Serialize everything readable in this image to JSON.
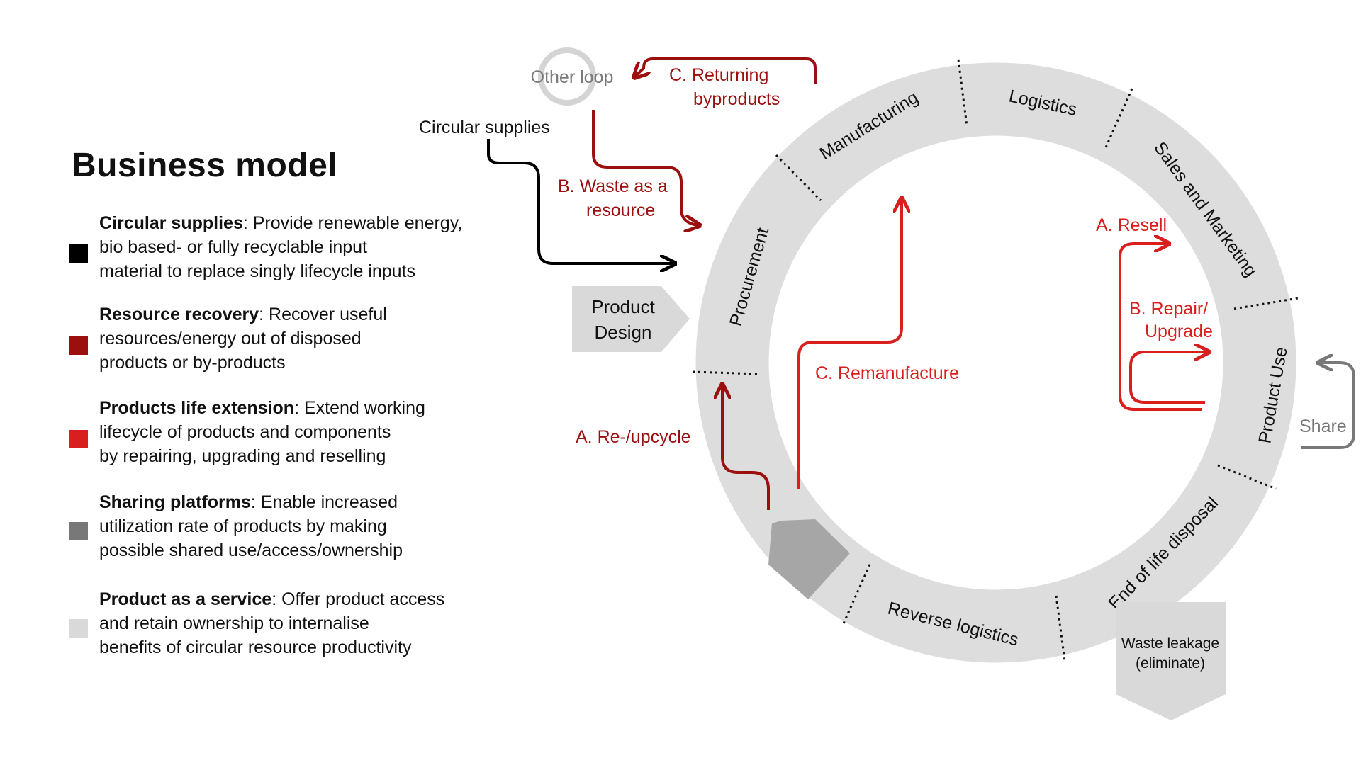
{
  "title": "Business model",
  "legend": [
    {
      "bold": "Circular supplies",
      "rest": ": Provide renewable energy,",
      "line2": "bio based- or fully recyclable input",
      "line3": "material to replace singly lifecycle inputs",
      "color": "#000000"
    },
    {
      "bold": "Resource recovery",
      "rest": ": Recover useful",
      "line2": "resources/energy out of disposed",
      "line3": "products or by-products",
      "color": "#9b0f0f"
    },
    {
      "bold": "Products life extension",
      "rest": ": Extend working",
      "line2": "lifecycle of products and components",
      "line3": "by repairing, upgrading and reselling",
      "color": "#d91e1e"
    },
    {
      "bold": "Sharing platforms",
      "rest": ": Enable increased",
      "line2": "utilization rate of products by making",
      "line3": "possible shared use/access/ownership",
      "color": "#787878"
    },
    {
      "bold": "Product as a service",
      "rest": ": Offer product access",
      "line2": "and retain ownership to internalise",
      "line3": "benefits of circular resource productivity",
      "color": "#d9d9d9"
    }
  ],
  "ring_segments": [
    "Manufacturing",
    "Logistics",
    "Sales and Marketing",
    "Product Use",
    "End of life disposal",
    "Reverse logistics",
    "Procurement"
  ],
  "labels": {
    "other_loop": "Other loop",
    "returning_line1": "C. Returning",
    "returning_line2": "byproducts",
    "circular_supplies": "Circular supplies",
    "waste_line1": "B.  Waste as a",
    "waste_line2": "resource",
    "product_design_line1": "Product",
    "product_design_line2": "Design",
    "remanufacture": "C. Remanufacture",
    "reupcycle": "A. Re-/upcycle",
    "resell": "A. Resell",
    "repair_line1": "B. Repair/",
    "repair_line2": "Upgrade",
    "share": "Share",
    "waste_leakage_line1": "Waste leakage",
    "waste_leakage_line2": "(eliminate)"
  },
  "colors": {
    "black": "#000000",
    "dark_red": "#9b0f0f",
    "red": "#d91e1e",
    "dark_gray": "#787878",
    "light_gray": "#d9d9d9",
    "ring": "#dddddd"
  }
}
